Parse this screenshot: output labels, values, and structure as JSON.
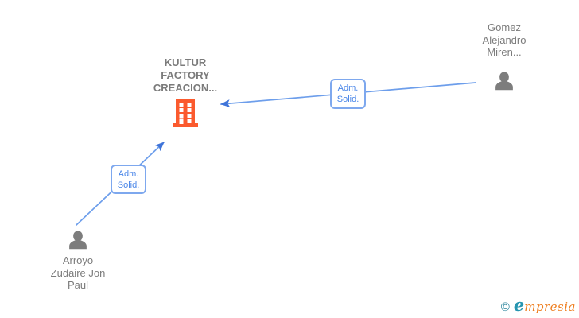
{
  "page": {
    "background_color": "#ffffff"
  },
  "diagram": {
    "nodes": {
      "company": {
        "name": "KULTUR\nFACTORY\nCREACION...",
        "icon": "building-icon",
        "icon_color": "#fb5a2e",
        "label_color": "#7b7b7b"
      },
      "person_top_right": {
        "name": "Gomez\nAlejandro\nMiren...",
        "icon": "person-icon",
        "icon_color": "#7d7d7d",
        "label_color": "#7b7b7b"
      },
      "person_bottom_left": {
        "name": "Arroyo\nZudaire Jon\nPaul",
        "icon": "person-icon",
        "icon_color": "#7d7d7d",
        "label_color": "#7b7b7b"
      }
    },
    "edges": [
      {
        "label": "Adm.\nSolid.",
        "from": "person_top_right",
        "to": "company",
        "line_color": "#6d9eeb",
        "arrowhead_color": "#3f74d9"
      },
      {
        "label": "Adm.\nSolid.",
        "from": "person_bottom_left",
        "to": "company",
        "line_color": "#6d9eeb",
        "arrowhead_color": "#3f74d9"
      }
    ],
    "edge_label_text_color": "#4a86e8",
    "edge_label_border_color": "#7ea8ee"
  },
  "watermark": {
    "copyright": "©",
    "brand_initial": "e",
    "brand_rest": "mpresia",
    "copyright_color": "#27839b",
    "initial_color": "#2695b0",
    "rest_color": "#ee7d1e"
  }
}
